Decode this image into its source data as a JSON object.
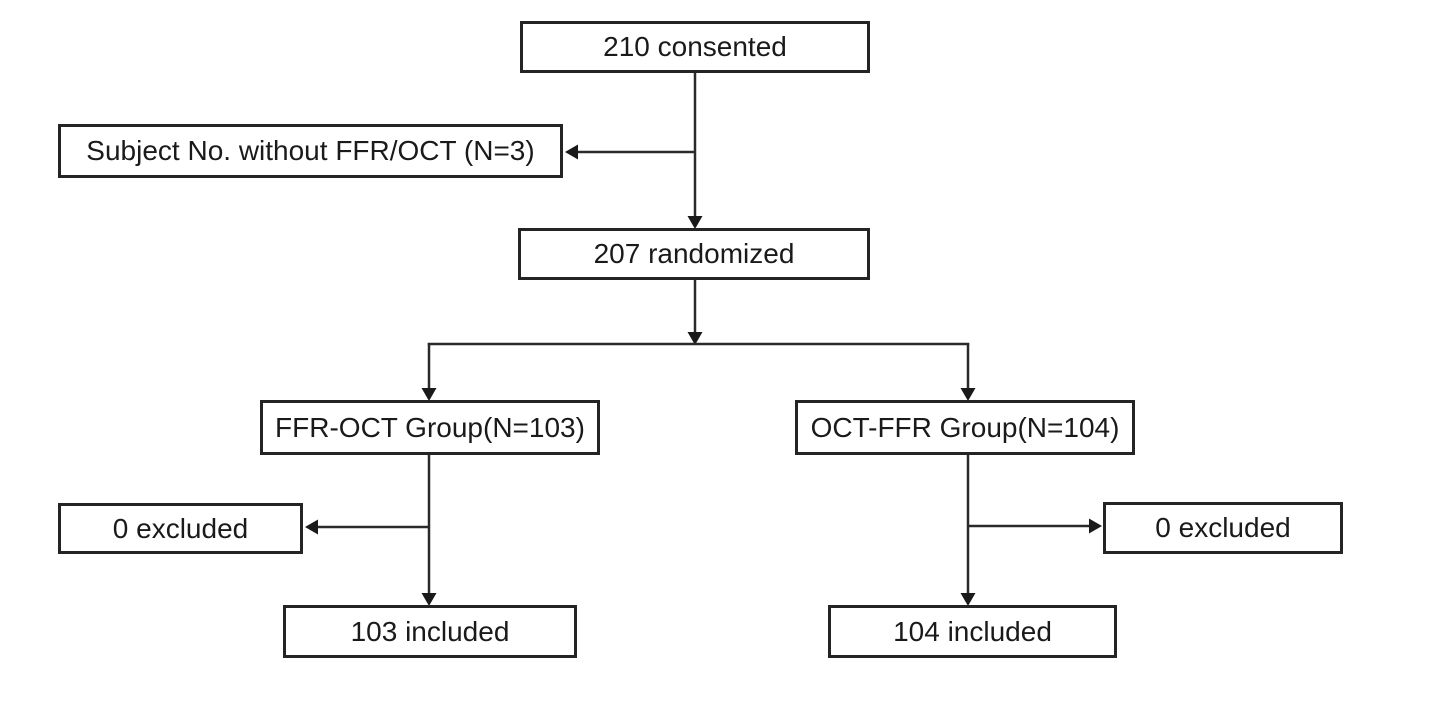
{
  "diagram": {
    "kind": "randomization-flowchart",
    "background_color": "#ffffff",
    "box_border_color": "#242424",
    "line_color": "#2a2a2a",
    "text_color": "#1a1a1a",
    "nodes": {
      "consented": {
        "label": "210 consented",
        "value": 210
      },
      "no_ffr_oct": {
        "label": "Subject No. without FFR/OCT (N=3)",
        "value": 3
      },
      "randomized": {
        "label": "207 randomized",
        "value": 207
      },
      "ffr_oct_group": {
        "label": "FFR-OCT Group(N=103)",
        "value": 103
      },
      "oct_ffr_group": {
        "label": "OCT-FFR Group(N=104)",
        "value": 104
      },
      "excluded_left": {
        "label": "0 excluded",
        "value": 0
      },
      "excluded_right": {
        "label": "0 excluded",
        "value": 0
      },
      "included_left": {
        "label": "103 included",
        "value": 103
      },
      "included_right": {
        "label": "104 included",
        "value": 104
      }
    },
    "edges": [
      {
        "from": "consented",
        "to": "randomized",
        "style": "arrow-down"
      },
      {
        "from": "consented",
        "to": "no_ffr_oct",
        "style": "arrow-left-branch"
      },
      {
        "from": "randomized",
        "to": "ffr_oct_group",
        "style": "arrow-down"
      },
      {
        "from": "randomized",
        "to": "oct_ffr_group",
        "style": "arrow-down"
      },
      {
        "from": "ffr_oct_group",
        "to": "excluded_left",
        "style": "arrow-left-branch"
      },
      {
        "from": "ffr_oct_group",
        "to": "included_left",
        "style": "arrow-down"
      },
      {
        "from": "oct_ffr_group",
        "to": "excluded_right",
        "style": "arrow-right-branch"
      },
      {
        "from": "oct_ffr_group",
        "to": "included_right",
        "style": "arrow-down"
      }
    ]
  }
}
